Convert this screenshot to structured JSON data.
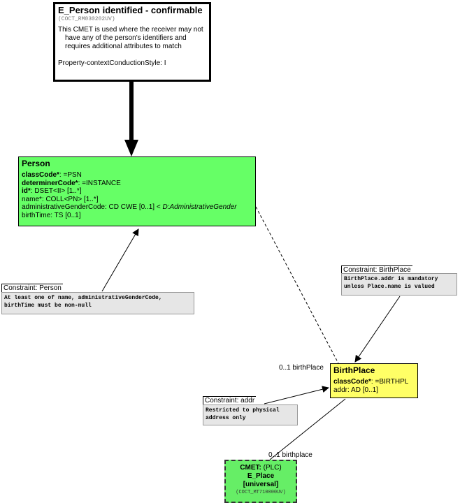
{
  "entry": {
    "title": "E_Person identified - confirmable",
    "code": "(COCT_RM030202UV)",
    "description": "This CMET is used where the receiver may not have any of the person's identifiers and requires additional attributes to match",
    "style": "Property-contextConductionStyle: I"
  },
  "person": {
    "name": "Person",
    "attrs": [
      {
        "name": "classCode*",
        "rest": ": =PSN"
      },
      {
        "name": "determinerCode*",
        "rest": ": =INSTANCE"
      },
      {
        "name": "id*",
        "rest": ": DSET<II> [1..*]"
      },
      {
        "plain": "name*: COLL<PN> [1..*]"
      },
      {
        "plain": "administrativeGenderCode: CD CWE [0..1] < ",
        "italic": "D:AdministrativeGender"
      },
      {
        "plain": "birthTime: TS [0..1]"
      }
    ]
  },
  "birthplace": {
    "name": "BirthPlace",
    "attrs": [
      {
        "name": "classCode*",
        "rest": ": =BIRTHPL"
      },
      {
        "plain": "addr: AD [0..1]"
      }
    ]
  },
  "constraints": {
    "person": {
      "header": "Constraint: Person",
      "lines": [
        "At least one of name, administrativeGenderCode,",
        "birthTime must be non-null"
      ]
    },
    "birthplace": {
      "header": "Constraint: BirthPlace",
      "lines": [
        "BirthPlace.addr is mandatory",
        "unless Place.name is valued"
      ]
    },
    "addr": {
      "header": "Constraint: addr",
      "lines": [
        "Restricted to physical",
        "address only"
      ]
    }
  },
  "roles": {
    "person_birthplace": "0..1 birthPlace",
    "birthplace_place": "0..1 birthplace"
  },
  "cmet": {
    "label": "CMET:",
    "type": "(PLC)",
    "name": "E_Place",
    "flavor": "[universal]",
    "code": "(COCT_MT710000UV)"
  },
  "colors": {
    "class_green": "#66ff66",
    "class_yellow": "#ffff66",
    "cmet_green": "#66ee66",
    "note_gray": "#e6e6e6"
  }
}
